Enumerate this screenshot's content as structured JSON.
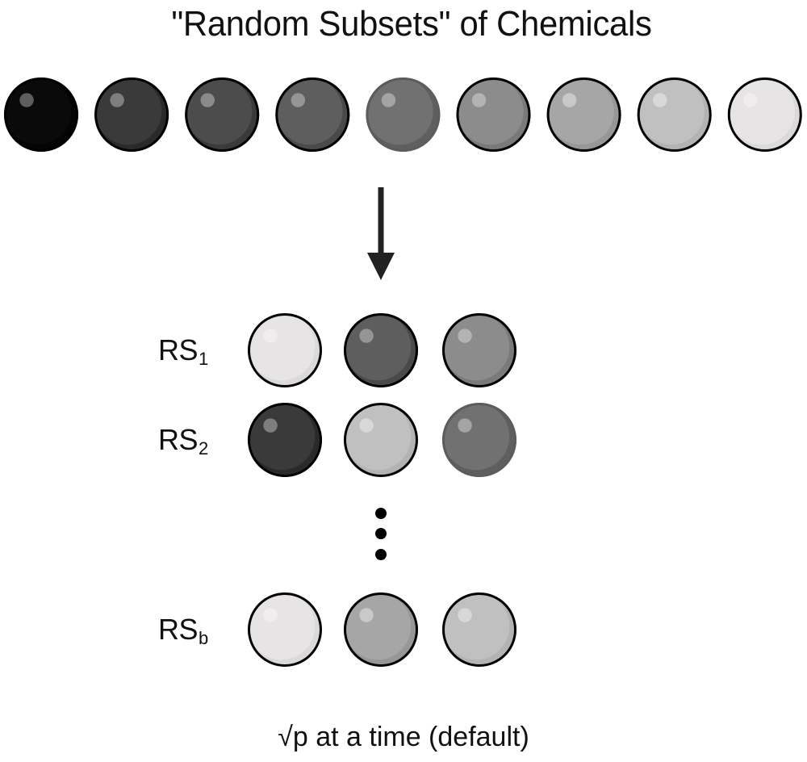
{
  "title": "\"Random Subsets\" of Chemicals",
  "caption": "√p at a time (default)",
  "chemicals": [
    {
      "id": "c1",
      "fill": "#0a0a0a",
      "shade": "#040404",
      "highlight": "#5e5e5e",
      "border": "#000000"
    },
    {
      "id": "c2",
      "fill": "#3a3a3a",
      "shade": "#2a2a2a",
      "highlight": "#7e7e7e",
      "border": "#000000"
    },
    {
      "id": "c3",
      "fill": "#4c4c4c",
      "shade": "#3a3a3a",
      "highlight": "#8a8a8a",
      "border": "#000000"
    },
    {
      "id": "c4",
      "fill": "#5e5e5e",
      "shade": "#4a4a4a",
      "highlight": "#959595",
      "border": "#000000"
    },
    {
      "id": "c5",
      "fill": "#717171",
      "shade": "#5f5f5f",
      "highlight": "#a4a4a4",
      "border": "#5c5c5c"
    },
    {
      "id": "c6",
      "fill": "#8c8c8c",
      "shade": "#7a7a7a",
      "highlight": "#b3b3b3",
      "border": "#000000"
    },
    {
      "id": "c7",
      "fill": "#a6a6a6",
      "shade": "#979797",
      "highlight": "#c9c9c9",
      "border": "#000000"
    },
    {
      "id": "c8",
      "fill": "#c0c0c0",
      "shade": "#b3b3b3",
      "highlight": "#d8d8d8",
      "border": "#000000"
    },
    {
      "id": "c9",
      "fill": "#e6e4e4",
      "shade": "#dcd9d9",
      "highlight": "#efeded",
      "border": "#000000"
    }
  ],
  "arrow": {
    "direction": "down",
    "color": "#222222"
  },
  "subsets": [
    {
      "label": "RS",
      "subscript": "1",
      "members": [
        "c9",
        "c4",
        "c6"
      ]
    },
    {
      "label": "RS",
      "subscript": "2",
      "members": [
        "c2",
        "c8",
        "c5"
      ]
    },
    {
      "label": "RS",
      "subscript": "b",
      "members": [
        "c9",
        "c7",
        "c8"
      ]
    }
  ],
  "ellipsis": {
    "symbol": "vertical-ellipsis",
    "count": 3
  }
}
